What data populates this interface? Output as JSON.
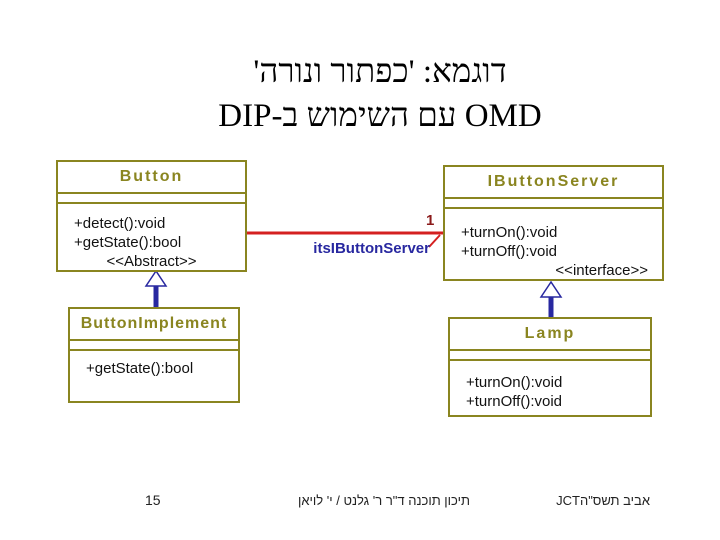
{
  "title": {
    "line1": "דוגמא: 'כפתור ונורה'",
    "line2": "OMD עם השימוש ב-DIP"
  },
  "diagram": {
    "button": {
      "name": "Button",
      "ops": [
        "+detect():void",
        "+getState():bool"
      ],
      "stereotype": "<<Abstract>>"
    },
    "ibutton_server": {
      "name": "IButtonServer",
      "ops": [
        "+turnOn():void",
        "+turnOff():void"
      ],
      "stereotype": "<<interface>>"
    },
    "button_implement": {
      "name": "ButtonImplement",
      "ops": [
        "+getState():bool"
      ]
    },
    "lamp": {
      "name": "Lamp",
      "ops": [
        "+turnOn():void",
        "+turnOff():void"
      ]
    },
    "association": {
      "role_label": "itsIButtonServer",
      "multiplicity": "1"
    },
    "colors": {
      "class_border": "#8a8520",
      "class_title": "#8a8520",
      "association_line": "#d42020",
      "multiplicity": "#8b1a1a",
      "role_label": "#2828a0",
      "inheritance": "#2828a0"
    }
  },
  "footer": {
    "slide_number": "15",
    "center": "תיכון תוכנה ד\"ר ר' גלנט / י' לויאן",
    "right": "אביב תשס\"הJCT"
  }
}
